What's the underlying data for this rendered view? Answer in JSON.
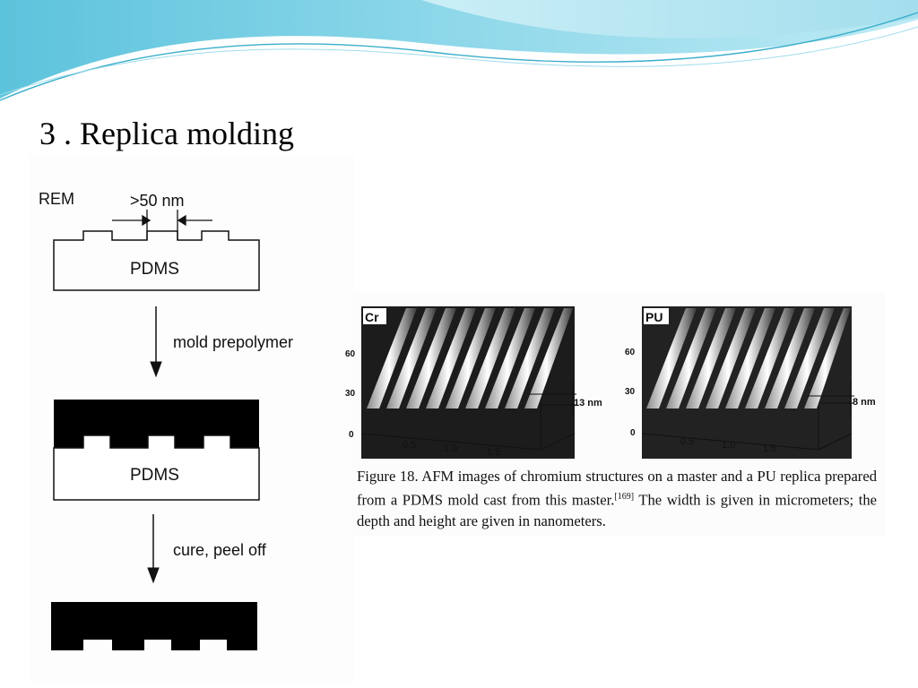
{
  "slide": {
    "title": "3 . Replica molding"
  },
  "diagram": {
    "panel_label": "REM",
    "feature_label": ">50 nm",
    "pdms_label_top": "PDMS",
    "step1_label": "mold prepolymer",
    "pdms_label_mid": "PDMS",
    "step2_label": "cure, peel off"
  },
  "figure": {
    "panel_left": {
      "label": "Cr",
      "y_ticks": [
        "60",
        "30",
        "0"
      ],
      "x_ticks": [
        "0.5",
        "1.0",
        "1.5"
      ],
      "depth_label": "13 nm"
    },
    "panel_right": {
      "label": "PU",
      "y_ticks": [
        "60",
        "30",
        "0"
      ],
      "x_ticks": [
        "0.5",
        "1.0",
        "1.5"
      ],
      "depth_label": "8 nm"
    },
    "caption": {
      "text": "Figure 18.  AFM images of chromium structures on a master and a PU replica prepared from a PDMS mold cast from this master.",
      "ref": "[169]",
      "text2": " The width is given in micrometers; the depth and height are given in nanometers."
    }
  },
  "colors": {
    "banner_light": "#bfe9f2",
    "banner_mid": "#7fd0e4",
    "banner_dark": "#3aaecb"
  }
}
